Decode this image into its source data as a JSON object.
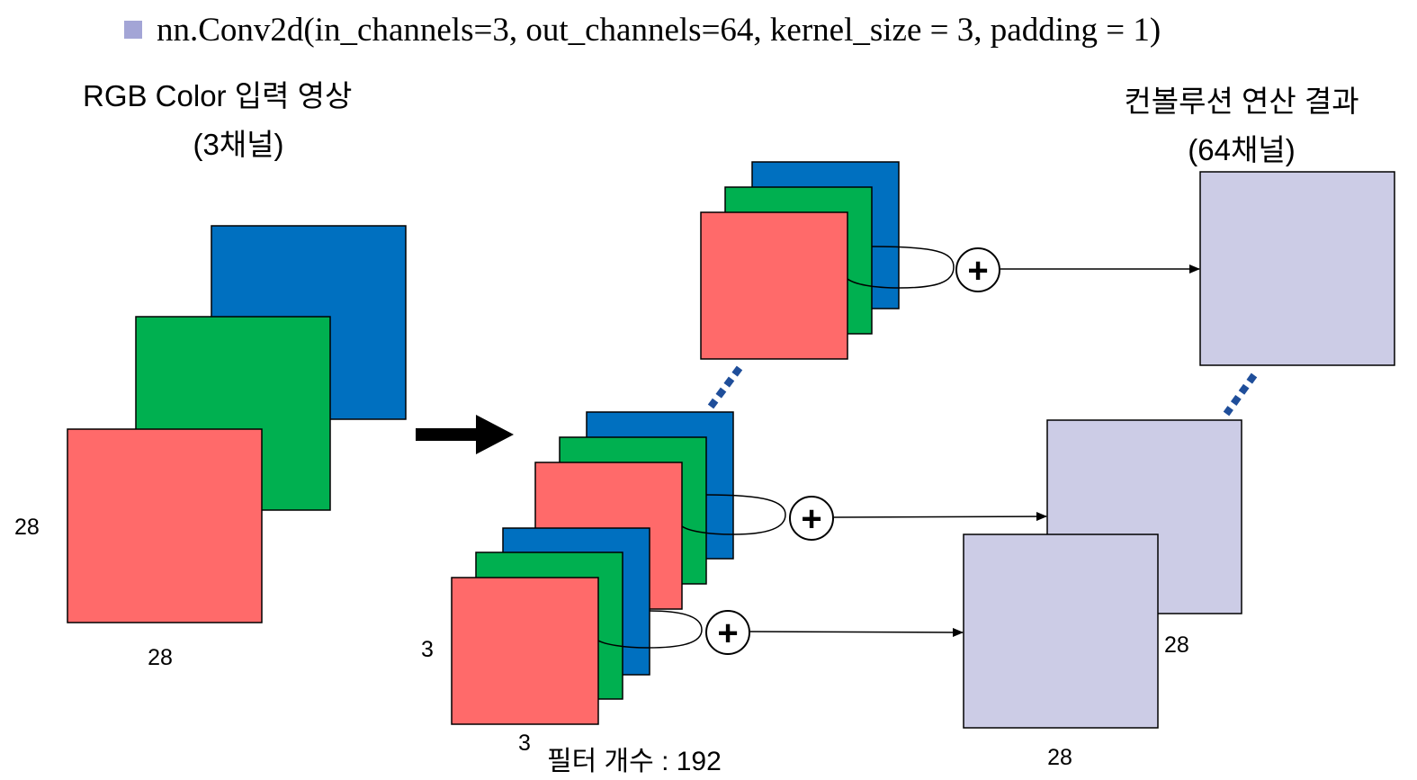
{
  "header": {
    "bullet_color": "#a3a5d6",
    "code_text": "nn.Conv2d(in_channels=3, out_channels=64, kernel_size = 3, padding = 1)"
  },
  "input": {
    "title": "RGB Color 입력 영상",
    "subtitle": "(3채널)",
    "height_label": "28",
    "width_label": "28"
  },
  "filters": {
    "height_label": "3",
    "width_label": "3",
    "count_label": "필터 개수 : 192",
    "sum_symbol": "+"
  },
  "output": {
    "title": "컨볼루션 연산 결과",
    "subtitle": "(64채널)",
    "height_label": "28",
    "width_label": "28"
  },
  "colors": {
    "red": "#ff6a6a",
    "green": "#00b050",
    "blue": "#0070c0",
    "output_fill": "#cccce6",
    "ellipsis_dots": "#1f4e9a"
  }
}
